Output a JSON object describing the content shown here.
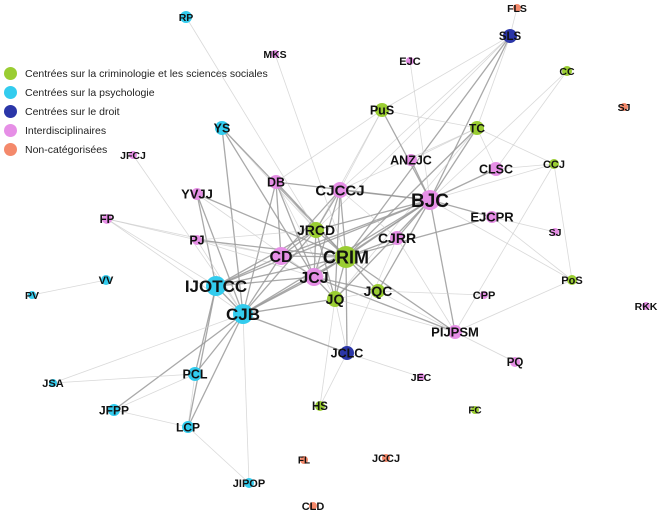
{
  "legend": [
    {
      "category": "crim",
      "label": "Centrées sur la criminologie et les sciences sociales",
      "color": "#9ACD32"
    },
    {
      "category": "psy",
      "label": "Centrées sur la psychologie",
      "color": "#33CCEE"
    },
    {
      "category": "droit",
      "label": "Centrées sur le droit",
      "color": "#2B36A8"
    },
    {
      "category": "inter",
      "label": "Interdisciplinaires",
      "color": "#E68FE6"
    },
    {
      "category": "noncat",
      "label": "Non-catégorisées",
      "color": "#F4896B"
    }
  ],
  "nodes": [
    {
      "id": "RP",
      "label": "RP",
      "cat": "psy"
    },
    {
      "id": "MKS",
      "label": "MKS",
      "cat": "inter"
    },
    {
      "id": "FLS",
      "label": "FLS",
      "cat": "noncat"
    },
    {
      "id": "SLS",
      "label": "SLS",
      "cat": "droit"
    },
    {
      "id": "EJC",
      "label": "EJC",
      "cat": "inter"
    },
    {
      "id": "CC",
      "label": "CC",
      "cat": "crim"
    },
    {
      "id": "SJ1",
      "label": "SJ",
      "cat": "noncat"
    },
    {
      "id": "PuS",
      "label": "PuS",
      "cat": "crim"
    },
    {
      "id": "TC",
      "label": "TC",
      "cat": "crim"
    },
    {
      "id": "YS",
      "label": "YS",
      "cat": "psy"
    },
    {
      "id": "JFCJ",
      "label": "JFCJ",
      "cat": "inter"
    },
    {
      "id": "ANZJC",
      "label": "ANZJC",
      "cat": "inter"
    },
    {
      "id": "CLSC",
      "label": "CLSC",
      "cat": "inter"
    },
    {
      "id": "CCJ",
      "label": "CCJ",
      "cat": "crim"
    },
    {
      "id": "DB",
      "label": "DB",
      "cat": "inter"
    },
    {
      "id": "CJCCJ",
      "label": "CJCCJ",
      "cat": "inter"
    },
    {
      "id": "YVJJ",
      "label": "YVJJ",
      "cat": "inter"
    },
    {
      "id": "BJC",
      "label": "BJC",
      "cat": "inter"
    },
    {
      "id": "EJCPR",
      "label": "EJCPR",
      "cat": "inter"
    },
    {
      "id": "FP",
      "label": "FP",
      "cat": "inter"
    },
    {
      "id": "JRCD",
      "label": "JRCD",
      "cat": "crim"
    },
    {
      "id": "SJ2",
      "label": "SJ",
      "cat": "inter"
    },
    {
      "id": "PJ",
      "label": "PJ",
      "cat": "inter"
    },
    {
      "id": "CJRR",
      "label": "CJRR",
      "cat": "inter"
    },
    {
      "id": "CD",
      "label": "CD",
      "cat": "inter"
    },
    {
      "id": "CRIM",
      "label": "CRIM",
      "cat": "crim"
    },
    {
      "id": "IJOTCC",
      "label": "IJOTCC",
      "cat": "psy"
    },
    {
      "id": "JCJ",
      "label": "JCJ",
      "cat": "inter"
    },
    {
      "id": "PoS",
      "label": "PoS",
      "cat": "crim"
    },
    {
      "id": "JQC",
      "label": "JQC",
      "cat": "crim"
    },
    {
      "id": "JQ",
      "label": "JQ",
      "cat": "crim"
    },
    {
      "id": "CPP",
      "label": "CPP",
      "cat": "inter"
    },
    {
      "id": "PV",
      "label": "PV",
      "cat": "psy"
    },
    {
      "id": "VV",
      "label": "VV",
      "cat": "psy"
    },
    {
      "id": "CJB",
      "label": "CJB",
      "cat": "psy"
    },
    {
      "id": "RKK",
      "label": "RKK",
      "cat": "inter"
    },
    {
      "id": "PIJPSM",
      "label": "PIJPSM",
      "cat": "inter"
    },
    {
      "id": "JCLC",
      "label": "JCLC",
      "cat": "droit"
    },
    {
      "id": "PQ",
      "label": "PQ",
      "cat": "inter"
    },
    {
      "id": "PCL",
      "label": "PCL",
      "cat": "psy"
    },
    {
      "id": "JSA",
      "label": "JSA",
      "cat": "psy"
    },
    {
      "id": "JEC",
      "label": "JEC",
      "cat": "inter"
    },
    {
      "id": "JFPP",
      "label": "JFPP",
      "cat": "psy"
    },
    {
      "id": "HS",
      "label": "HS",
      "cat": "crim"
    },
    {
      "id": "FC",
      "label": "FC",
      "cat": "crim"
    },
    {
      "id": "LCP",
      "label": "LCP",
      "cat": "psy"
    },
    {
      "id": "FL",
      "label": "FL",
      "cat": "noncat"
    },
    {
      "id": "JCCJ",
      "label": "JCCJ",
      "cat": "noncat"
    },
    {
      "id": "JIPOP",
      "label": "JIPOP",
      "cat": "psy"
    },
    {
      "id": "CLD",
      "label": "CLD",
      "cat": "noncat"
    }
  ],
  "edges": [
    [
      "FLS",
      "SLS"
    ],
    [
      "SLS",
      "BJC"
    ],
    [
      "SLS",
      "TC"
    ],
    [
      "SLS",
      "PuS"
    ],
    [
      "SLS",
      "JRCD"
    ],
    [
      "SLS",
      "CJCCJ"
    ],
    [
      "SLS",
      "CRIM"
    ],
    [
      "TC",
      "BJC"
    ],
    [
      "TC",
      "PuS"
    ],
    [
      "TC",
      "CLSC"
    ],
    [
      "TC",
      "CJCCJ"
    ],
    [
      "TC",
      "CCJ"
    ],
    [
      "TC",
      "JQ"
    ],
    [
      "TC",
      "CRIM"
    ],
    [
      "TC",
      "ANZJC"
    ],
    [
      "PuS",
      "BJC"
    ],
    [
      "PuS",
      "CJCCJ"
    ],
    [
      "PuS",
      "JRCD"
    ],
    [
      "PuS",
      "DB"
    ],
    [
      "CC",
      "BJC"
    ],
    [
      "CC",
      "CLSC"
    ],
    [
      "EJC",
      "BJC"
    ],
    [
      "YS",
      "JRCD"
    ],
    [
      "YS",
      "CJB"
    ],
    [
      "YS",
      "JCJ"
    ],
    [
      "YS",
      "CRIM"
    ],
    [
      "BJC",
      "CRIM"
    ],
    [
      "BJC",
      "CJCCJ"
    ],
    [
      "BJC",
      "EJCPR"
    ],
    [
      "BJC",
      "CJRR"
    ],
    [
      "BJC",
      "JRCD"
    ],
    [
      "BJC",
      "JCJ"
    ],
    [
      "BJC",
      "JQ"
    ],
    [
      "BJC",
      "CLSC"
    ],
    [
      "BJC",
      "CCJ"
    ],
    [
      "BJC",
      "PoS"
    ],
    [
      "BJC",
      "JQC"
    ],
    [
      "BJC",
      "DB"
    ],
    [
      "BJC",
      "CJB"
    ],
    [
      "BJC",
      "PIJPSM"
    ],
    [
      "BJC",
      "ANZJC"
    ],
    [
      "BJC",
      "CD"
    ],
    [
      "BJC",
      "IJOTCC"
    ],
    [
      "CCJ",
      "CLSC"
    ],
    [
      "CCJ",
      "PoS"
    ],
    [
      "CCJ",
      "PIJPSM"
    ],
    [
      "DB",
      "JRCD"
    ],
    [
      "DB",
      "CRIM"
    ],
    [
      "DB",
      "JCJ"
    ],
    [
      "DB",
      "CD"
    ],
    [
      "DB",
      "JQ"
    ],
    [
      "DB",
      "CJB"
    ],
    [
      "CJCCJ",
      "CRIM"
    ],
    [
      "CJCCJ",
      "JRCD"
    ],
    [
      "CJCCJ",
      "JCJ"
    ],
    [
      "CJCCJ",
      "CJRR"
    ],
    [
      "CJCCJ",
      "CD"
    ],
    [
      "CJCCJ",
      "JQ"
    ],
    [
      "YVJJ",
      "CJB"
    ],
    [
      "YVJJ",
      "JCJ"
    ],
    [
      "YVJJ",
      "CRIM"
    ],
    [
      "YVJJ",
      "IJOTCC"
    ],
    [
      "FP",
      "CJB"
    ],
    [
      "FP",
      "PJ"
    ],
    [
      "FP",
      "CD"
    ],
    [
      "FP",
      "IJOTCC"
    ],
    [
      "PJ",
      "CD"
    ],
    [
      "PJ",
      "JCJ"
    ],
    [
      "PJ",
      "CJB"
    ],
    [
      "PJ",
      "CRIM"
    ],
    [
      "PJ",
      "JRCD"
    ],
    [
      "JRCD",
      "CRIM"
    ],
    [
      "JRCD",
      "JCJ"
    ],
    [
      "JRCD",
      "CJB"
    ],
    [
      "JRCD",
      "CD"
    ],
    [
      "JRCD",
      "JQ"
    ],
    [
      "JRCD",
      "IJOTCC"
    ],
    [
      "CRIM",
      "JCJ"
    ],
    [
      "CRIM",
      "JQ"
    ],
    [
      "CRIM",
      "JQC"
    ],
    [
      "CRIM",
      "CJB"
    ],
    [
      "CRIM",
      "CD"
    ],
    [
      "CRIM",
      "CJRR"
    ],
    [
      "CRIM",
      "PIJPSM"
    ],
    [
      "CRIM",
      "IJOTCC"
    ],
    [
      "CRIM",
      "JCLC"
    ],
    [
      "CRIM",
      "EJCPR"
    ],
    [
      "CD",
      "CJB"
    ],
    [
      "CD",
      "JCJ"
    ],
    [
      "CD",
      "IJOTCC"
    ],
    [
      "IJOTCC",
      "CJB"
    ],
    [
      "IJOTCC",
      "PCL"
    ],
    [
      "IJOTCC",
      "JCJ"
    ],
    [
      "IJOTCC",
      "LCP"
    ],
    [
      "JCJ",
      "CJB"
    ],
    [
      "JCJ",
      "JQ"
    ],
    [
      "JCJ",
      "JQC"
    ],
    [
      "JCJ",
      "PIJPSM"
    ],
    [
      "JQ",
      "JQC"
    ],
    [
      "JQ",
      "JCLC"
    ],
    [
      "JQ",
      "PIJPSM"
    ],
    [
      "JQ",
      "HS"
    ],
    [
      "JQC",
      "PIJPSM"
    ],
    [
      "JQC",
      "CPP"
    ],
    [
      "PIJPSM",
      "PQ"
    ],
    [
      "PIJPSM",
      "PoS"
    ],
    [
      "PIJPSM",
      "CJRR"
    ],
    [
      "EJCPR",
      "PoS"
    ],
    [
      "EJCPR",
      "SJ2"
    ],
    [
      "PV",
      "VV"
    ],
    [
      "CJB",
      "PCL"
    ],
    [
      "CJB",
      "JFPP"
    ],
    [
      "CJB",
      "LCP"
    ],
    [
      "CJB",
      "JSA"
    ],
    [
      "CJB",
      "JCLC"
    ],
    [
      "CJB",
      "JIPOP"
    ],
    [
      "CJB",
      "JQ"
    ],
    [
      "PCL",
      "JFPP"
    ],
    [
      "PCL",
      "LCP"
    ],
    [
      "PCL",
      "JSA"
    ],
    [
      "JFPP",
      "LCP"
    ],
    [
      "LCP",
      "JIPOP"
    ],
    [
      "JCLC",
      "HS"
    ],
    [
      "JCLC",
      "JEC"
    ],
    [
      "CJRR",
      "JCLC"
    ],
    [
      "JFCJ",
      "CJB"
    ],
    [
      "MKS",
      "CRIM"
    ],
    [
      "RP",
      "JRCD"
    ]
  ]
}
